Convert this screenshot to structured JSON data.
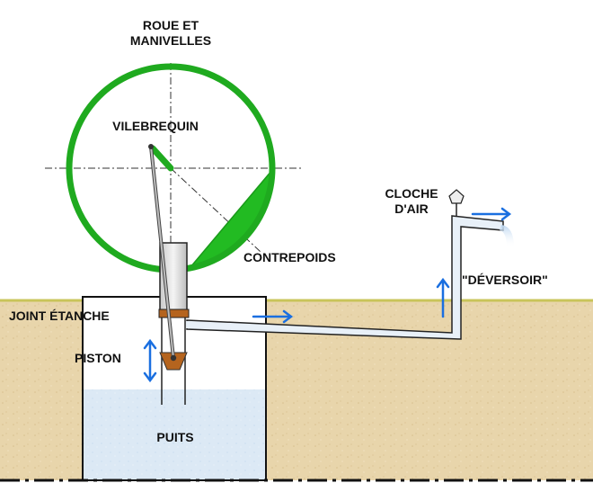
{
  "labels": {
    "wheel": "ROUE ET\nMANIVELLES",
    "crankshaft": "VILEBREQUIN",
    "counterweight": "CONTREPOIDS",
    "seal": "JOINT ÉTANCHE",
    "piston": "PISTON",
    "well": "PUITS",
    "air_bell": "CLOCHE\nD'AIR",
    "spillway": "\"DÉVERSOIR\""
  },
  "colors": {
    "wheel": "#1faa1f",
    "ground": "#e6d3a8",
    "grass_line": "#c9c45a",
    "water": "#dbe8f4",
    "pipe": "#e8f0f8",
    "seal": "#b5641e",
    "arrow": "#1a6fe0"
  }
}
